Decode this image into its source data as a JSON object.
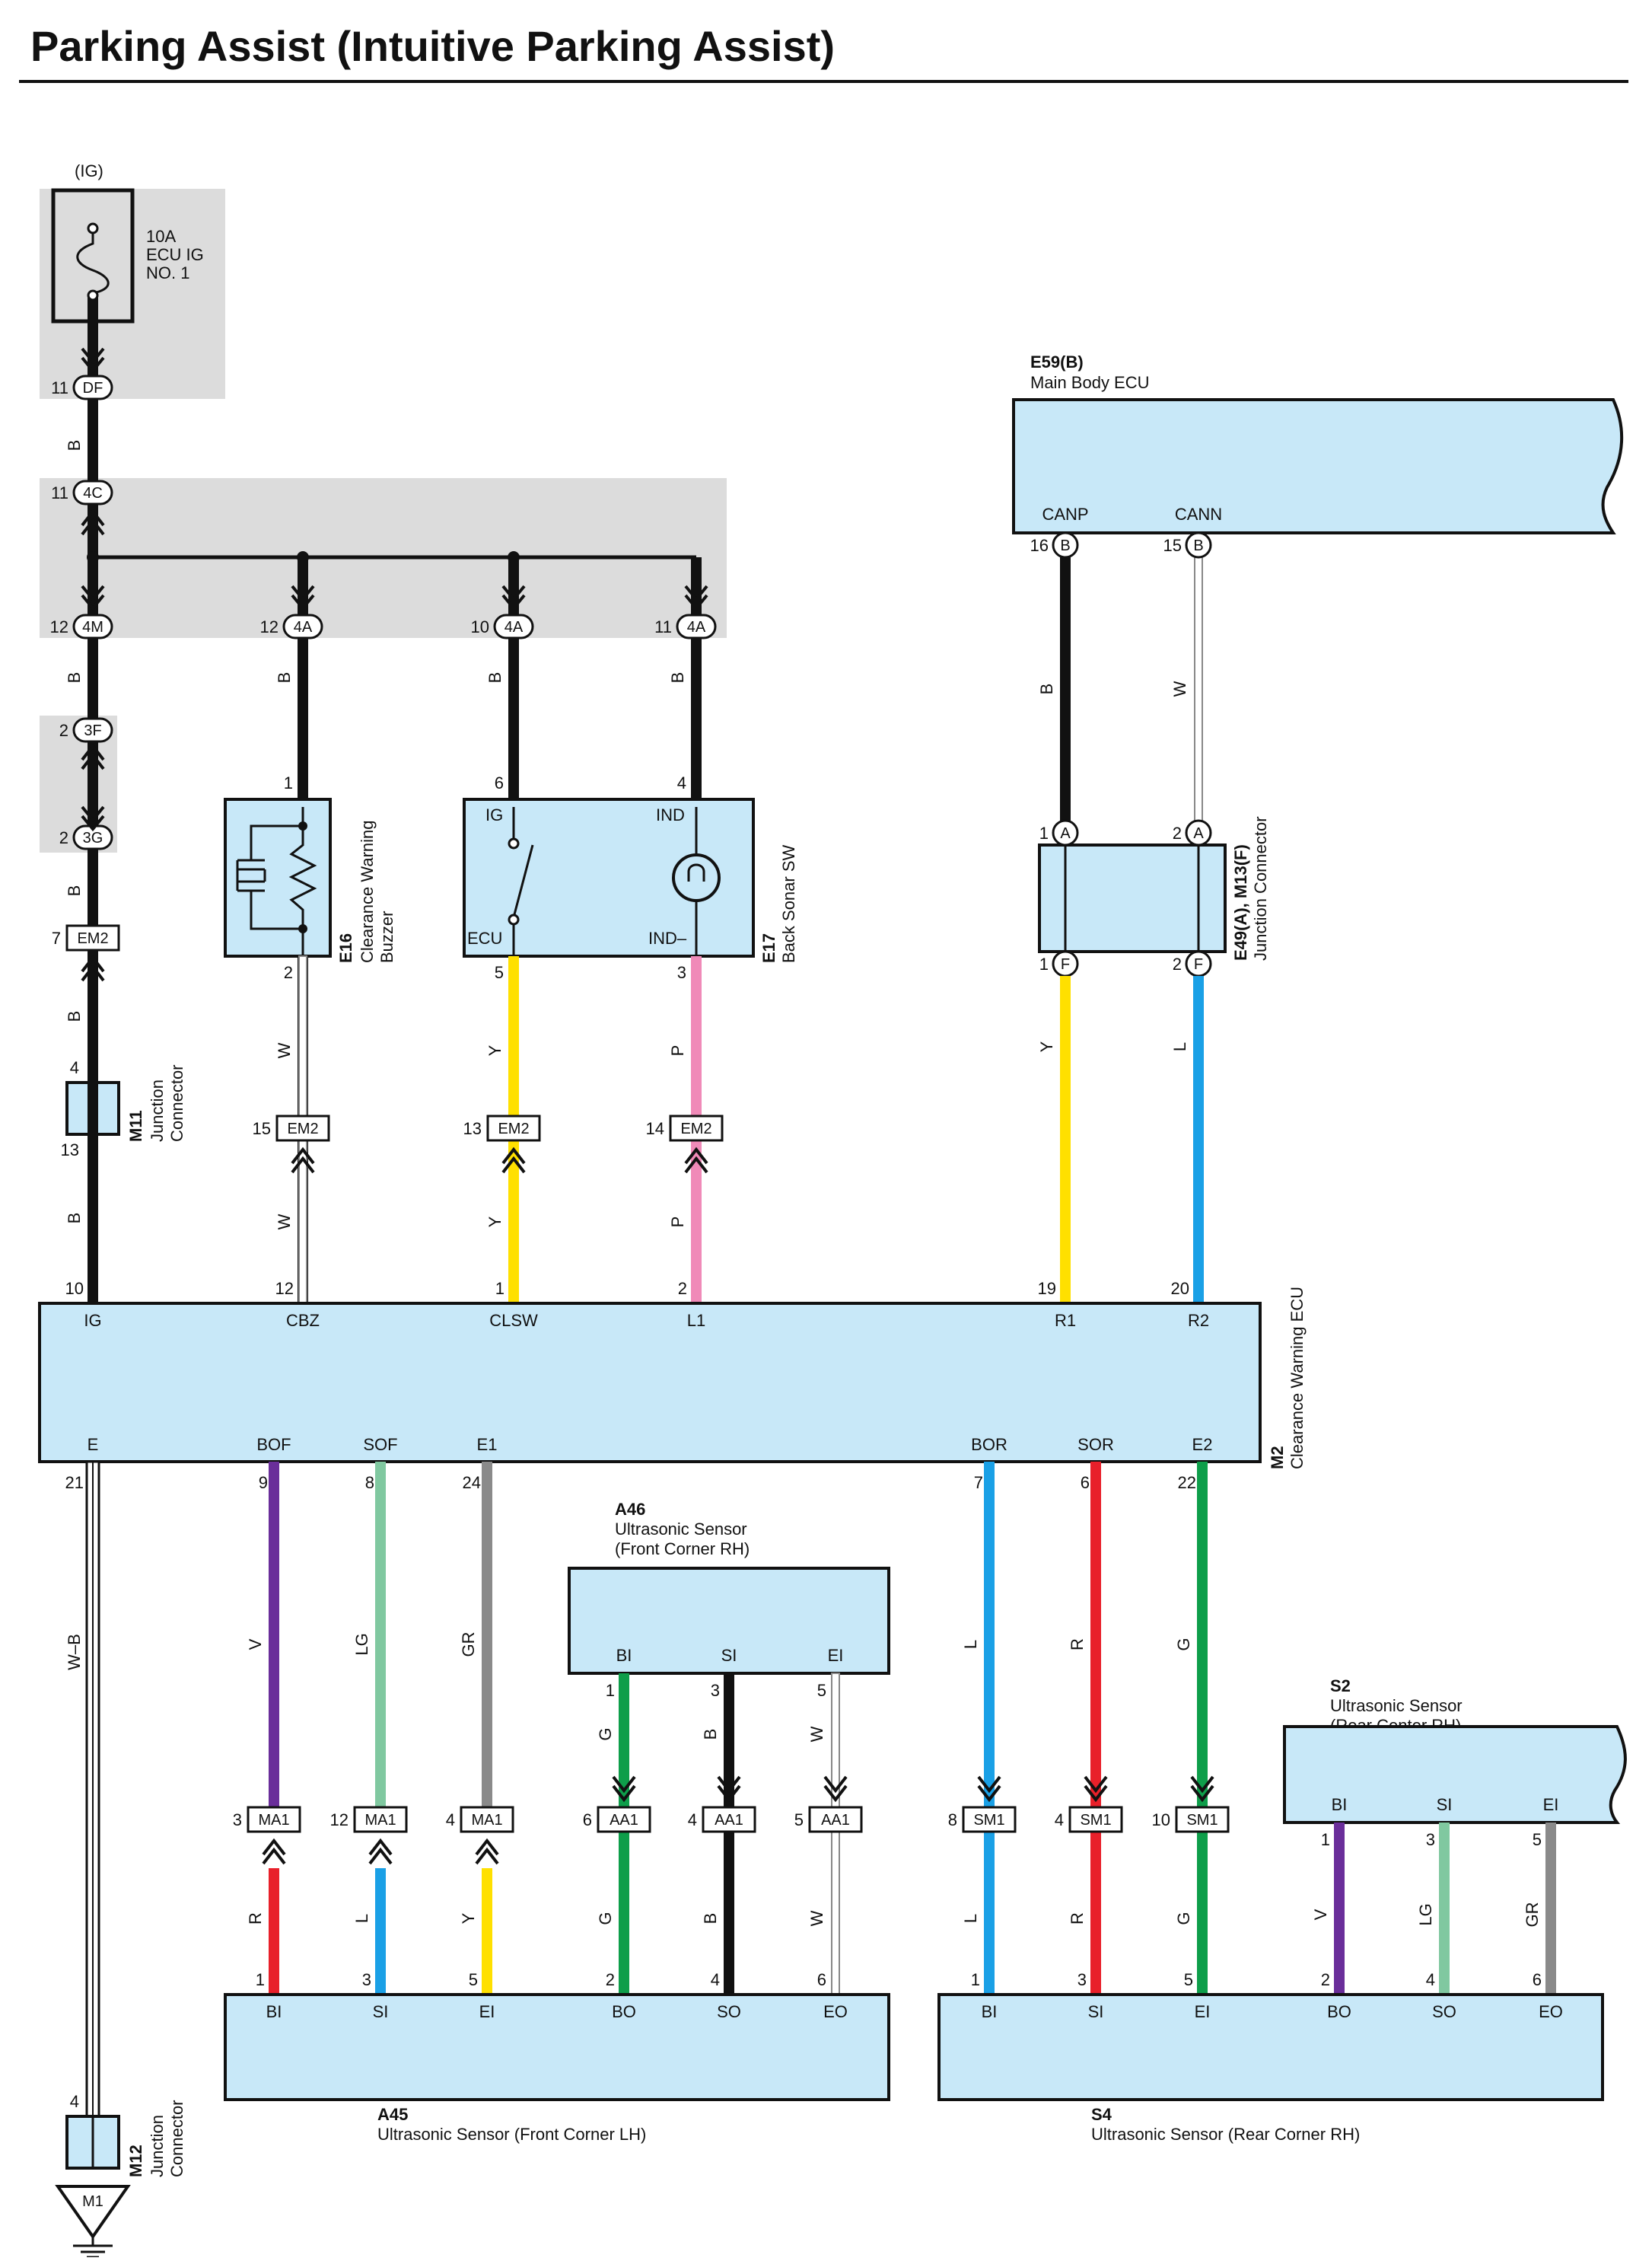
{
  "title": "Parking Assist (Intuitive Parking Assist)",
  "colors": {
    "B": "#111111",
    "W": "#ffffff",
    "Y": "#ffe000",
    "P": "#f08ab8",
    "L": "#1aa0e6",
    "V": "#6a2e9a",
    "LG": "#80c8a0",
    "GR": "#8a8a8a",
    "G": "#0e9e4a",
    "R": "#e8202a",
    "W-B": "#ffffff",
    "box": "#c8e8f8",
    "gray": "#dcdcdc"
  },
  "fuse": {
    "circuit": "(IG)",
    "rating": "10A",
    "name1": "ECU IG",
    "name2": "NO. 1"
  },
  "components": {
    "e59": {
      "code": "E59(B)",
      "name": "Main Body ECU",
      "pins": {
        "canp": "CANP",
        "cann": "CANN"
      }
    },
    "e16": {
      "code": "E16",
      "name1": "Clearance Warning",
      "name2": "Buzzer"
    },
    "e17": {
      "code": "E17",
      "name": "Back Sonar SW",
      "pins": {
        "ig": "IG",
        "ind": "IND",
        "ecu": "ECU",
        "indm": "IND–"
      }
    },
    "e49": {
      "code": "E49(A), M13(F)",
      "name": "Junction Connector"
    },
    "m11": {
      "code": "M11",
      "name1": "Junction",
      "name2": "Connector"
    },
    "m12": {
      "code": "M12",
      "name1": "Junction",
      "name2": "Connector"
    },
    "m2": {
      "code": "M2",
      "name": "Clearance Warning ECU",
      "top": {
        "ig": "IG",
        "cbz": "CBZ",
        "clsw": "CLSW",
        "l1": "L1",
        "r1": "R1",
        "r2": "R2"
      },
      "bottom": {
        "e": "E",
        "bof": "BOF",
        "sof": "SOF",
        "e1": "E1",
        "bor": "BOR",
        "sor": "SOR",
        "e2": "E2"
      }
    },
    "a46": {
      "code": "A46",
      "name1": "Ultrasonic Sensor",
      "name2": "(Front Corner RH)",
      "pins": {
        "bi": "BI",
        "si": "SI",
        "ei": "EI"
      }
    },
    "s2": {
      "code": "S2",
      "name1": "Ultrasonic Sensor",
      "name2": "(Rear Center RH)",
      "pins": {
        "bi": "BI",
        "si": "SI",
        "ei": "EI"
      }
    },
    "a45": {
      "code": "A45",
      "name": "Ultrasonic Sensor (Front Corner LH)",
      "pins": {
        "bi": "BI",
        "si": "SI",
        "ei": "EI",
        "bo": "BO",
        "so": "SO",
        "eo": "EO"
      }
    },
    "s4": {
      "code": "S4",
      "name": "Ultrasonic Sensor (Rear Corner RH)",
      "pins": {
        "bi": "BI",
        "si": "SI",
        "ei": "EI",
        "bo": "BO",
        "so": "SO",
        "eo": "EO"
      }
    },
    "ground": {
      "code": "M1"
    }
  },
  "connectors": {
    "df": "DF",
    "c4c": "4C",
    "c4m": "4M",
    "c4a": "4A",
    "c3f": "3F",
    "c3g": "3G",
    "em2": "EM2",
    "ma1": "MA1",
    "aa1": "AA1",
    "sm1": "SM1",
    "cb": "B",
    "ca": "A",
    "cf": "F"
  },
  "pins": {
    "df": "11",
    "c4c": "11",
    "c4m": "12",
    "c4a_1": "12",
    "c4a_2": "10",
    "c4a_3": "11",
    "c3f": "2",
    "c3g": "2",
    "em2_ig": "7",
    "m11_in": "4",
    "m11_out": "13",
    "e16_1": "1",
    "e16_2": "2",
    "e17_6": "6",
    "e17_4": "4",
    "e17_5": "5",
    "e17_3": "3",
    "em2_15": "15",
    "em2_13": "13",
    "em2_14": "14",
    "m2_ig": "10",
    "m2_cbz": "12",
    "m2_clsw": "1",
    "m2_l1": "2",
    "m2_r1": "19",
    "m2_r2": "20",
    "m2_e": "21",
    "m2_bof": "9",
    "m2_sof": "8",
    "m2_e1": "24",
    "m2_bor": "7",
    "m2_sor": "6",
    "m2_e2": "22",
    "e59_16": "16",
    "e59_15": "15",
    "e49_a1": "1",
    "e49_a2": "2",
    "e49_f1": "1",
    "e49_f2": "2",
    "ma1_3": "3",
    "ma1_12": "12",
    "ma1_4": "4",
    "aa1_6": "6",
    "aa1_4": "4",
    "aa1_5": "5",
    "sm1_8": "8",
    "sm1_4": "4",
    "sm1_10": "10",
    "a46_1": "1",
    "a46_3": "3",
    "a46_5": "5",
    "s2_1": "1",
    "s2_3": "3",
    "s2_5": "5",
    "s2_2": "2",
    "s2_4": "4",
    "s2_6": "6",
    "a45_1": "1",
    "a45_3": "3",
    "a45_5": "5",
    "a45_2": "2",
    "a45_4": "4",
    "a45_6": "6",
    "s4_1": "1",
    "s4_3": "3",
    "s4_5": "5",
    "m12_4": "4"
  },
  "wires": {
    "b": "B",
    "w": "W",
    "y": "Y",
    "p": "P",
    "l": "L",
    "v": "V",
    "lg": "LG",
    "gr": "GR",
    "g": "G",
    "r": "R",
    "wb": "W–B"
  }
}
